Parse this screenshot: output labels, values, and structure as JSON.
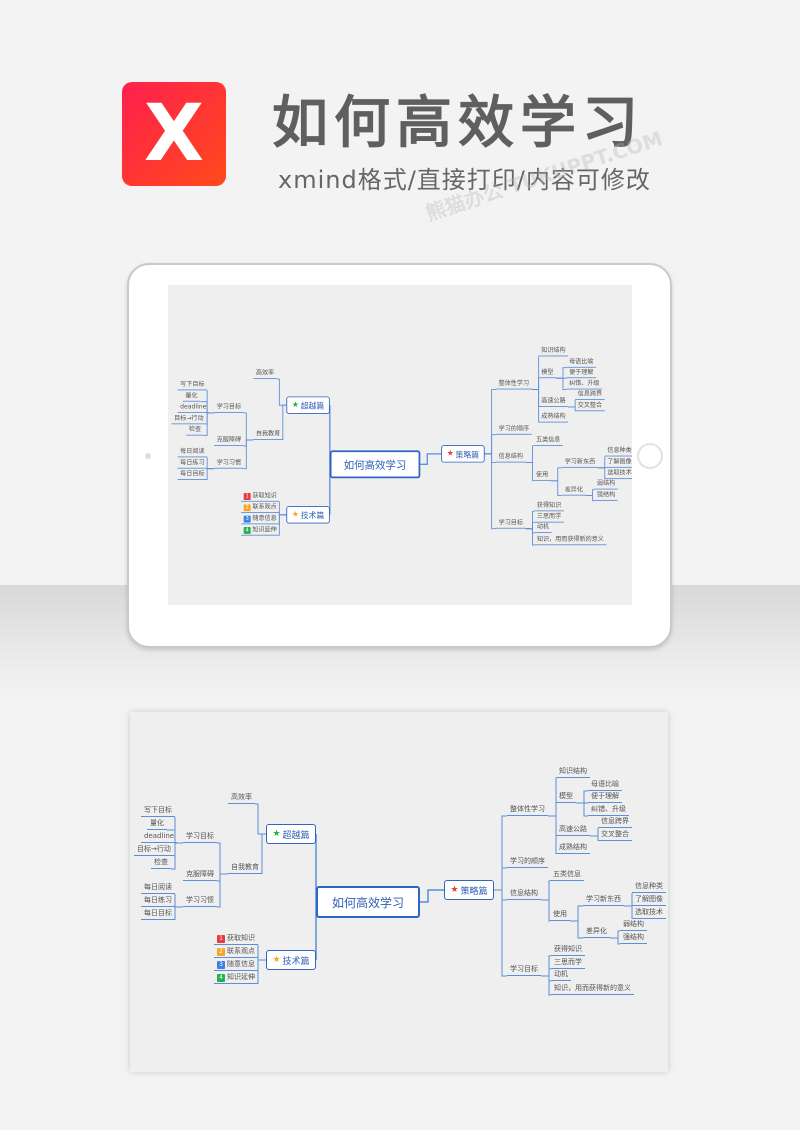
{
  "header": {
    "title": "如何高效学习",
    "subtitle": "xmind格式/直接打印/内容可修改",
    "logo_text": "X",
    "watermark": "熊猫办公 TUKUPPT.COM"
  },
  "colors": {
    "logo": "#ff2a4a",
    "line": "#5b8fd6",
    "box": "#2f66c4"
  },
  "mindmap": {
    "nodes": [
      {
        "id": "root",
        "label": "如何高效学习"
      },
      {
        "id": "a",
        "label": "超越篇",
        "parent": "root",
        "star": "#1db53a"
      },
      {
        "id": "b",
        "label": "技术篇",
        "parent": "root",
        "star": "#f5a623"
      },
      {
        "id": "c",
        "label": "策略篇",
        "parent": "root",
        "star": "#e83a3a"
      },
      {
        "id": "a1",
        "label": "高效率",
        "parent": "a"
      },
      {
        "id": "a2",
        "label": "自我教育",
        "parent": "a"
      },
      {
        "id": "a21",
        "label": "学习目标",
        "parent": "a2"
      },
      {
        "id": "a22",
        "label": "克服障碍",
        "parent": "a2"
      },
      {
        "id": "a23",
        "label": "学习习惯",
        "parent": "a2"
      },
      {
        "id": "a211",
        "label": "写下目标",
        "parent": "a21"
      },
      {
        "id": "a212",
        "label": "量化",
        "parent": "a21"
      },
      {
        "id": "a213",
        "label": "deadline",
        "parent": "a21"
      },
      {
        "id": "a214",
        "label": "目标→行动",
        "parent": "a21"
      },
      {
        "id": "a215",
        "label": "检查",
        "parent": "a21"
      },
      {
        "id": "a231",
        "label": "每日阅读",
        "parent": "a23"
      },
      {
        "id": "a232",
        "label": "每日练习",
        "parent": "a23"
      },
      {
        "id": "a233",
        "label": "每日目标",
        "parent": "a23"
      },
      {
        "id": "b1",
        "label": "获取知识",
        "parent": "b",
        "badge": "1",
        "badge_color": "#e83a3a"
      },
      {
        "id": "b2",
        "label": "联系观点",
        "parent": "b",
        "badge": "2",
        "badge_color": "#f5a623"
      },
      {
        "id": "b3",
        "label": "随意信息",
        "parent": "b",
        "badge": "3",
        "badge_color": "#3b82e6"
      },
      {
        "id": "b4",
        "label": "知识延伸",
        "parent": "b",
        "badge": "4",
        "badge_color": "#22b14c"
      },
      {
        "id": "c1",
        "label": "整体性学习",
        "parent": "c"
      },
      {
        "id": "c2",
        "label": "学习的顺序",
        "parent": "c"
      },
      {
        "id": "c3",
        "label": "信息结构",
        "parent": "c"
      },
      {
        "id": "c4",
        "label": "学习目标",
        "parent": "c"
      },
      {
        "id": "c11",
        "label": "知识结构",
        "parent": "c1"
      },
      {
        "id": "c12",
        "label": "模型",
        "parent": "c1"
      },
      {
        "id": "c13",
        "label": "高速公路",
        "parent": "c1"
      },
      {
        "id": "c14",
        "label": "成熟结构",
        "parent": "c1"
      },
      {
        "id": "c121",
        "label": "母语比喻",
        "parent": "c12"
      },
      {
        "id": "c122",
        "label": "便于理解",
        "parent": "c12"
      },
      {
        "id": "c123",
        "label": "纠错、升级",
        "parent": "c12"
      },
      {
        "id": "c131",
        "label": "信息跨界",
        "parent": "c13"
      },
      {
        "id": "c132",
        "label": "交叉整合",
        "parent": "c13"
      },
      {
        "id": "c31",
        "label": "五类信息",
        "parent": "c3"
      },
      {
        "id": "c32",
        "label": "使用",
        "parent": "c3"
      },
      {
        "id": "c321",
        "label": "学习新东西",
        "parent": "c32"
      },
      {
        "id": "c322",
        "label": "差异化",
        "parent": "c32"
      },
      {
        "id": "c3211",
        "label": "信息种类",
        "parent": "c321"
      },
      {
        "id": "c3212",
        "label": "了解图像",
        "parent": "c321"
      },
      {
        "id": "c3213",
        "label": "选取技术",
        "parent": "c321"
      },
      {
        "id": "c3221",
        "label": "弱结构",
        "parent": "c322"
      },
      {
        "id": "c3222",
        "label": "强结构",
        "parent": "c322"
      },
      {
        "id": "c41",
        "label": "获得知识",
        "parent": "c4"
      },
      {
        "id": "c42",
        "label": "三思而学",
        "parent": "c4"
      },
      {
        "id": "c43",
        "label": "动机",
        "parent": "c4"
      },
      {
        "id": "c44",
        "label": "知识，用而获得新的意义",
        "parent": "c4"
      }
    ]
  }
}
